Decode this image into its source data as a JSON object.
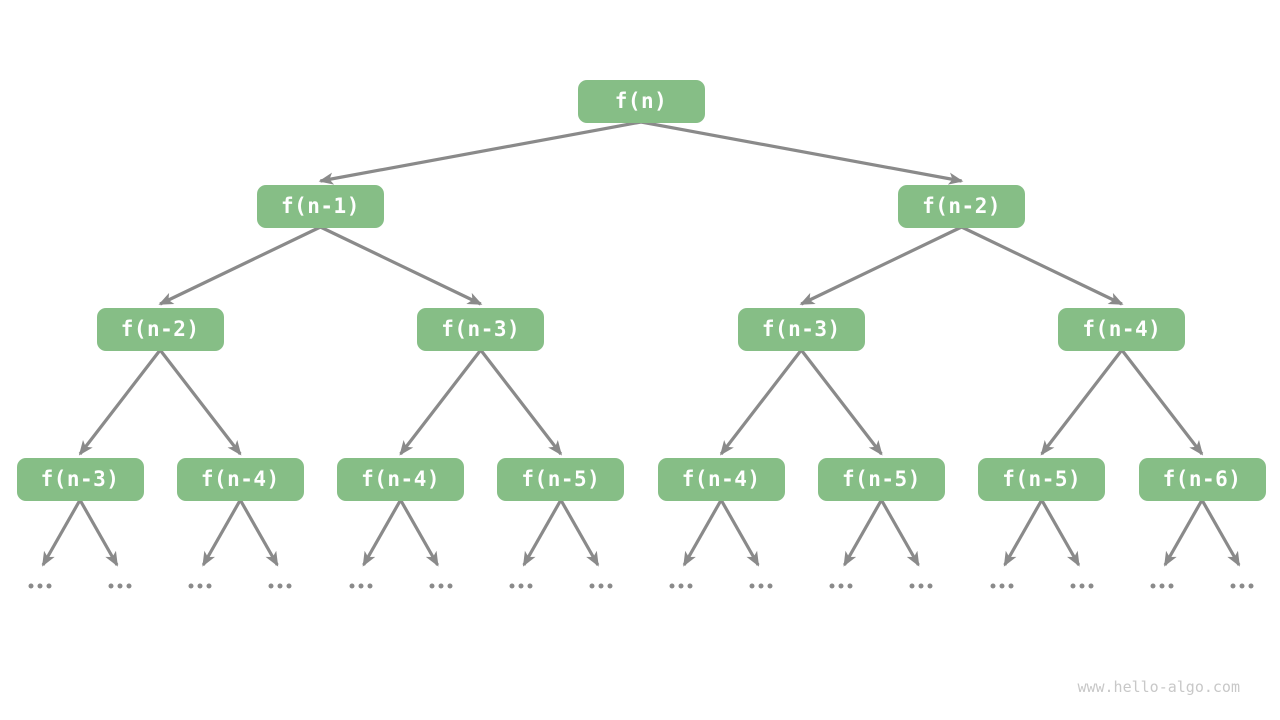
{
  "colors": {
    "background": "#ffffff",
    "node_fill": "#86be86",
    "node_text": "#ffffff",
    "edge": "#8a8a8a",
    "ellipsis_dot": "#8a8a8a",
    "watermark_text": "#c8c8c8"
  },
  "tree": {
    "description": "recursion tree of f(n) = f(n-1) + f(n-2)",
    "levels": [
      [
        "f(n)"
      ],
      [
        "f(n-1)",
        "f(n-2)"
      ],
      [
        "f(n-2)",
        "f(n-3)",
        "f(n-3)",
        "f(n-4)"
      ],
      [
        "f(n-3)",
        "f(n-4)",
        "f(n-4)",
        "f(n-5)",
        "f(n-4)",
        "f(n-5)",
        "f(n-5)",
        "f(n-6)"
      ]
    ],
    "leaf_ellipsis": "...",
    "leaf_ellipsis_count": 16
  },
  "watermark": {
    "text": "www.hello-algo.com"
  }
}
